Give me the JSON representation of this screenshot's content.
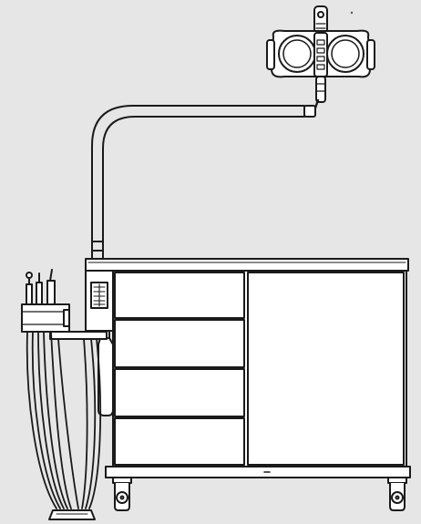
{
  "figure": {
    "background": "#e6e6e6",
    "stroke_color": "#1a1a1a",
    "fill_color": "#ffffff",
    "components": [
      "operating-light",
      "light-support-arm",
      "cabinet-countertop",
      "cabinet-drawers",
      "cabinet-door",
      "control-panel",
      "instrument-holder",
      "handpiece-hoses",
      "water-bottle",
      "caster-wheels",
      "foot-control"
    ]
  }
}
